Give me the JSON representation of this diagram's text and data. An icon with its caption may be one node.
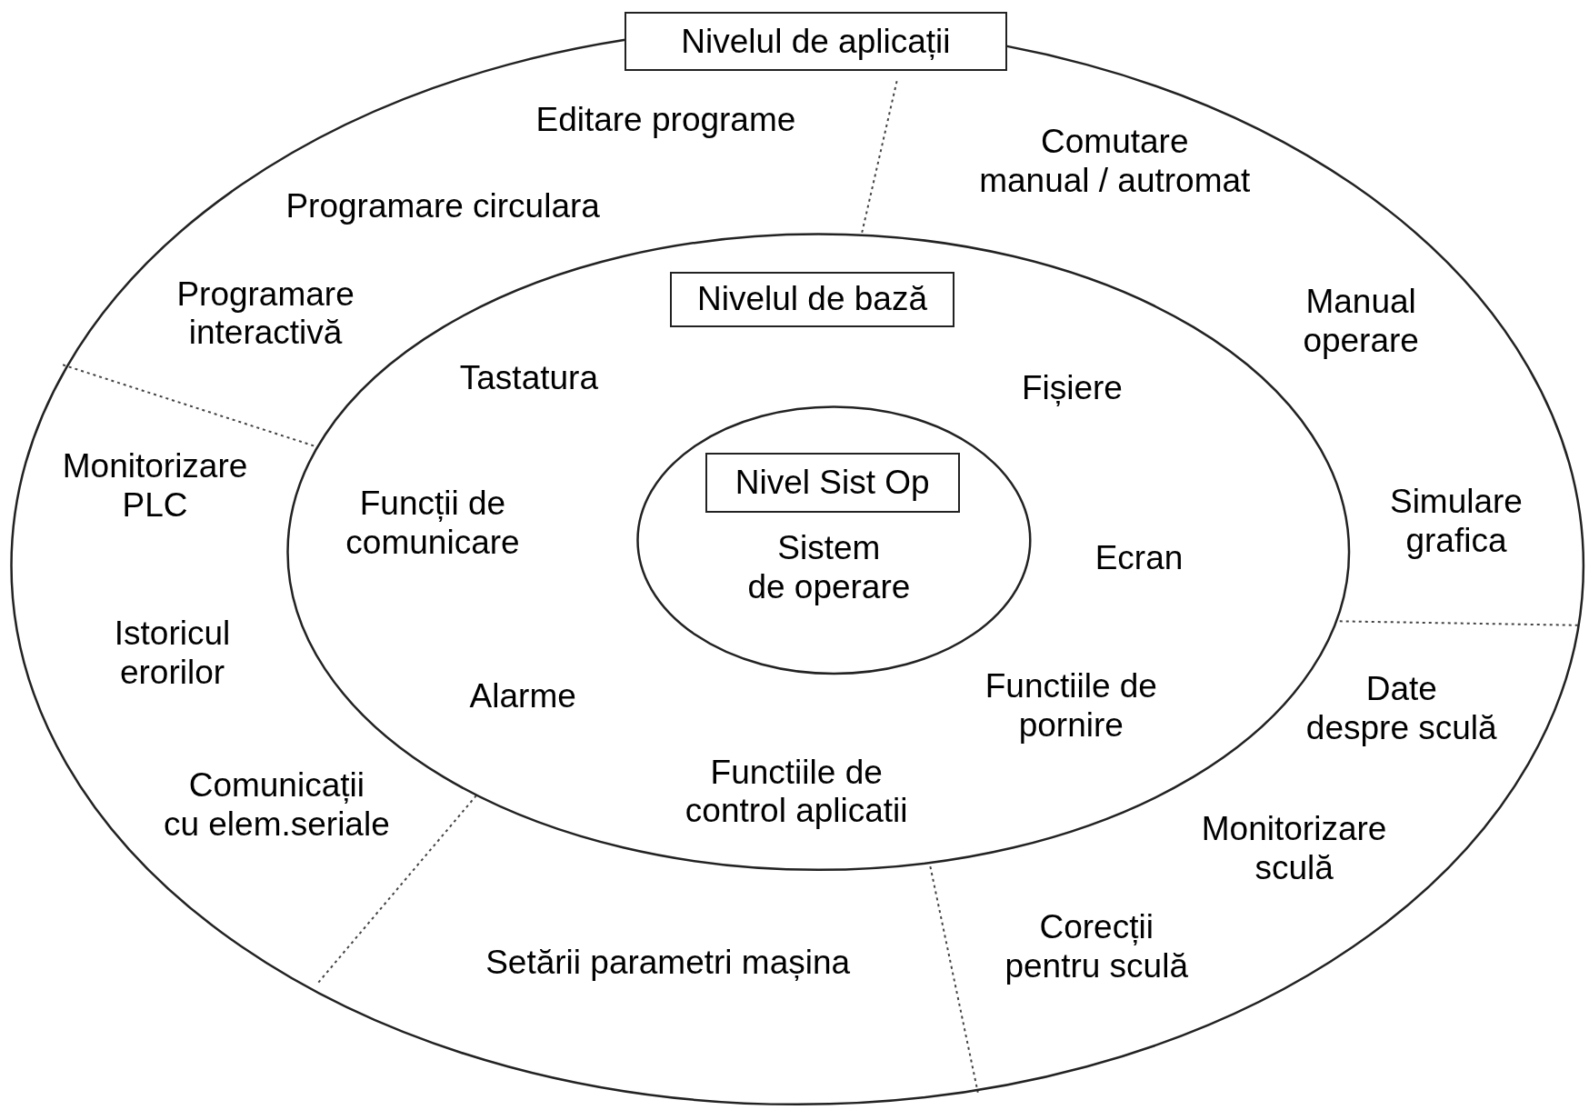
{
  "diagram": {
    "nodes": [
      {
        "text": [
          "Editare programe",
          "Comutare manual / autromat",
          "Programare circulara",
          "Programare interactivă",
          "Manual operare",
          "Monitorizare PLC",
          "Simulare grafica",
          "Istoricul erorilor",
          "Date despre sculă",
          "Comunicații cu elem.seriale",
          "Monitorizare sculă",
          "Setării parametri mașina",
          "Corecții pentru sculă"
        ]
      },
      {
        "text": [
          "Nivelul de aplicații"
        ]
      },
      {
        "text": [
          "Tastatura",
          "Fișiere",
          "Funcții de comunicare",
          "Ecran",
          "Alarme",
          "Functiile de pornire",
          "Functiile de control aplicatii"
        ],
        "in": 0
      },
      {
        "text": [
          "Nivelul de bază"
        ],
        "in": 2
      },
      {
        "text": [
          "Sistem de operare"
        ],
        "in": 2
      },
      {
        "text": [
          "Nivel Sist Op"
        ],
        "in": 4
      }
    ]
  }
}
